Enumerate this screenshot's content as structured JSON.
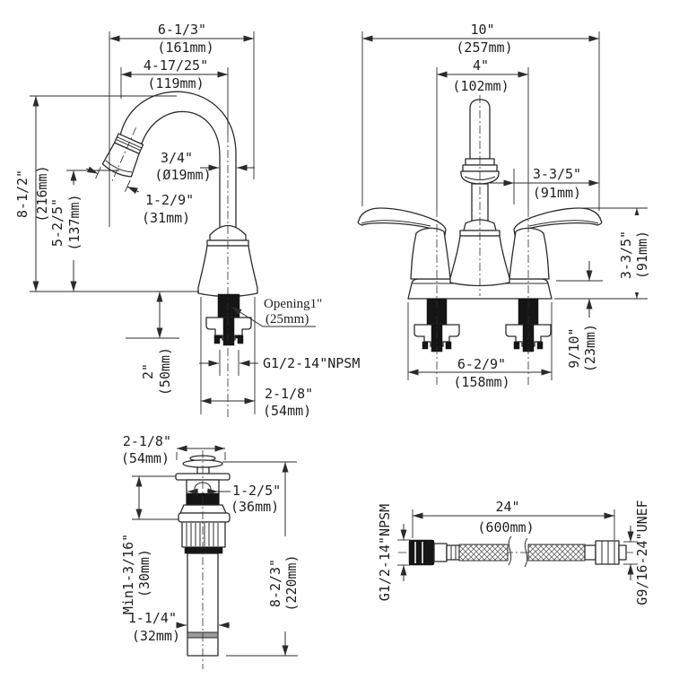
{
  "side_view": {
    "reach": {
      "in": "6-1/3\"",
      "mm": "(161mm)"
    },
    "spout_reach": {
      "in": "4-17/25\"",
      "mm": "(119mm)"
    },
    "height": {
      "in": "8-1/2\"",
      "mm": "(216mm)"
    },
    "spout_height": {
      "in": "5-2/5\"",
      "mm": "(137mm)"
    },
    "spout_diameter": {
      "in": "3/4\"",
      "mm": "(Ø19mm)"
    },
    "aerator_width": {
      "in": "1-2/9\"",
      "mm": "(31mm)"
    },
    "opening": {
      "label": "Opening1\"",
      "mm": "(25mm)"
    },
    "shank_thread": "G1/2-14\"NPSM",
    "shank_length": {
      "in": "2\"",
      "mm": "(50mm)"
    },
    "base_width": {
      "in": "2-1/8\"",
      "mm": "(54mm)"
    }
  },
  "front_view": {
    "overall_width": {
      "in": "10\"",
      "mm": "(257mm)"
    },
    "handle_centers": {
      "in": "4\"",
      "mm": "(102mm)"
    },
    "handle_reach": {
      "in": "3-3/5\"",
      "mm": "(91mm)"
    },
    "handle_height": {
      "in": "3-3/5\"",
      "mm": "(91mm)"
    },
    "deck_thickness": {
      "in": "9/10\"",
      "mm": "(23mm)"
    },
    "deck_length": {
      "in": "6-2/9\"",
      "mm": "(158mm)"
    }
  },
  "drain_view": {
    "cap_width": {
      "in": "2-1/8\"",
      "mm": "(54mm)"
    },
    "body_width": {
      "in": "1-2/5\"",
      "mm": "(36mm)"
    },
    "deck_min": {
      "in": "Min1-3/16\"",
      "mm": "(30mm)"
    },
    "tailpiece_width": {
      "in": "1-1/4\"",
      "mm": "(32mm)"
    },
    "overall_length": {
      "in": "8-2/3\"",
      "mm": "(220mm)"
    }
  },
  "hose_view": {
    "length": {
      "in": "24\"",
      "mm": "(600mm)"
    },
    "faucet_end_thread": "G1/2-14\"NPSM",
    "supply_end_thread": "G9/16-24\"UNEF"
  },
  "colors": {
    "line": "#2b2b2b",
    "fill": "#151515",
    "background": "#ffffff"
  }
}
